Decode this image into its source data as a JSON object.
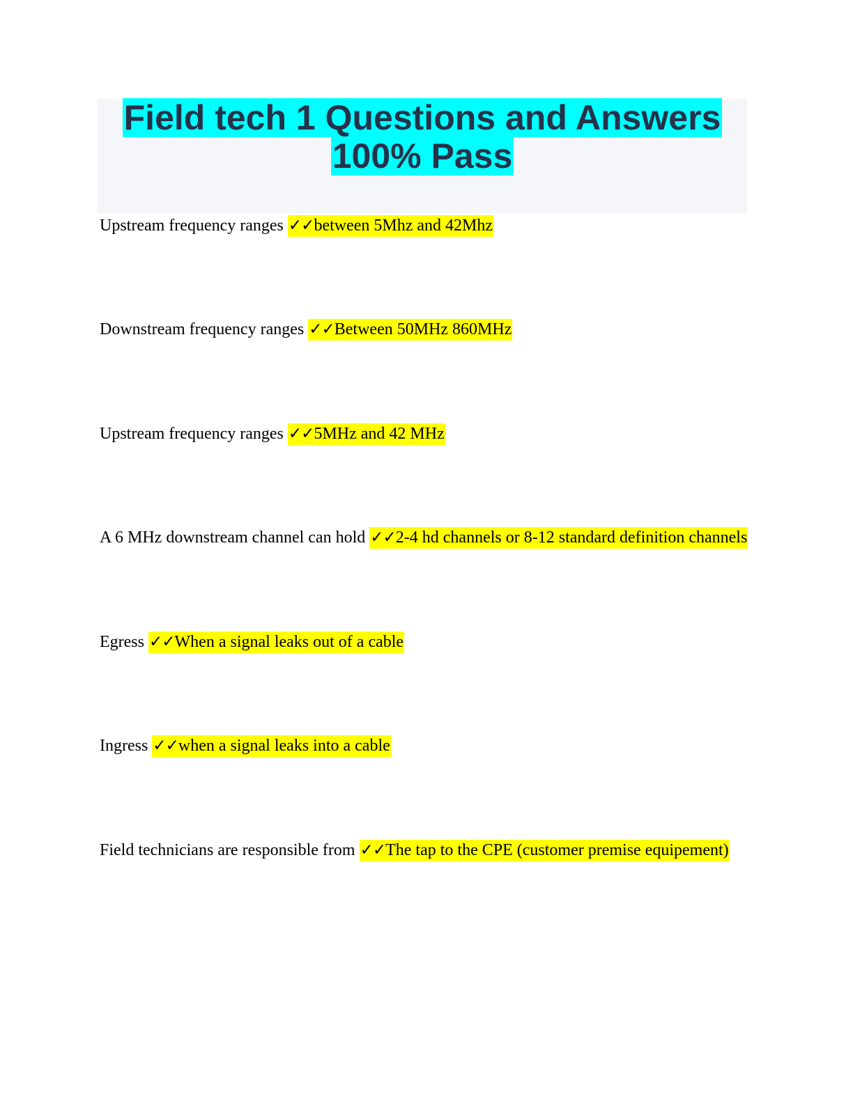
{
  "document": {
    "title_lines": [
      "Field tech 1 Questions and Answers",
      "100% Pass"
    ],
    "check_mark": "✓✓",
    "items": [
      {
        "question": "Upstream frequency ranges",
        "answer": "between 5Mhz and 42Mhz"
      },
      {
        "question": "Downstream frequency ranges",
        "answer": "Between 50MHz 860MHz"
      },
      {
        "question": "Upstream frequency ranges",
        "answer": "5MHz and 42 MHz"
      },
      {
        "question": "A 6 MHz downstream channel can hold",
        "answer": "2-4 hd channels or 8-12 standard definition channels"
      },
      {
        "question": "Egress",
        "answer": "When a signal leaks out of a cable"
      },
      {
        "question": "Ingress",
        "answer": "when a signal leaks into a cable"
      },
      {
        "question": "Field technicians are responsible from",
        "answer": "The tap to the CPE (customer premise equipement)"
      }
    ]
  },
  "colors": {
    "title_highlight": "#00ffff",
    "answer_highlight": "#ffff00",
    "title_text": "#26314a",
    "title_background": "#f5f6fa"
  }
}
